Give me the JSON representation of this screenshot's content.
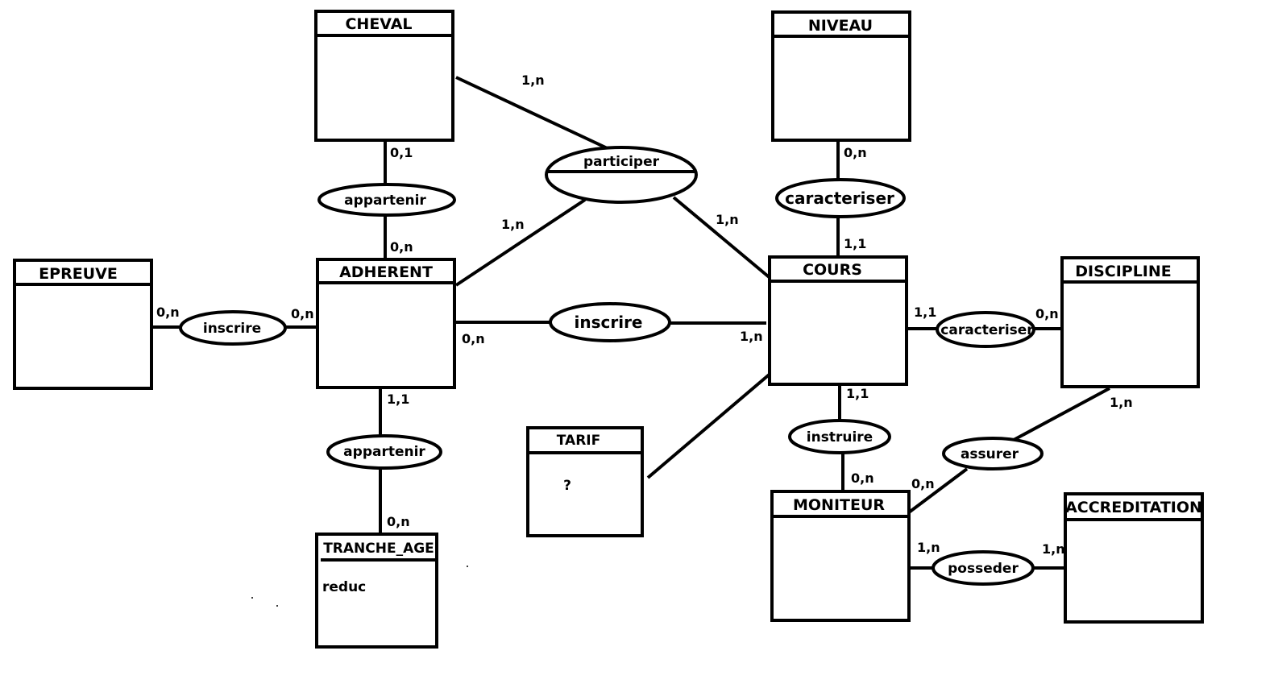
{
  "entities": {
    "cheval": {
      "name": "CHEVAL"
    },
    "niveau": {
      "name": "NIVEAU"
    },
    "epreuve": {
      "name": "EPREUVE"
    },
    "adherent": {
      "name": "ADHERENT"
    },
    "cours": {
      "name": "COURS"
    },
    "discipline": {
      "name": "DISCIPLINE"
    },
    "tarif": {
      "name": "TARIF",
      "attribute": "?"
    },
    "tranche_age": {
      "name": "TRANCHE_AGE",
      "attribute": "reduc"
    },
    "moniteur": {
      "name": "MONITEUR"
    },
    "accreditation": {
      "name": "ACCREDITATION"
    }
  },
  "relations": {
    "participer": "participer",
    "appartenir_cheval": "appartenir",
    "caracteriser_niveau": "caracteriser",
    "inscrire_epreuve": "inscrire",
    "inscrire_cours": "inscrire",
    "caracteriser_discipline": "caracteriser",
    "appartenir_tranche": "appartenir",
    "instruire": "instruire",
    "assurer": "assurer",
    "posseder": "posseder"
  },
  "cardinalities": {
    "cheval_participer": "1,n",
    "adherent_participer": "1,n",
    "cours_participer": "1,n",
    "cheval_appartenir": "0,1",
    "adherent_appartenir": "0,n",
    "niveau_caracteriser": "0,n",
    "cours_caracteriser_niveau": "1,1",
    "epreuve_inscrire": "0,n",
    "adherent_inscrire_epreuve": "0,n",
    "adherent_inscrire_cours": "0,n",
    "cours_inscrire": "1,n",
    "cours_caracteriser_discipline": "1,1",
    "discipline_caracteriser": "0,n",
    "adherent_appartenir_tranche": "1,1",
    "tranche_appartenir": "0,n",
    "cours_instruire": "1,1",
    "moniteur_instruire": "0,n",
    "discipline_assurer": "1,n",
    "moniteur_assurer": "0,n",
    "moniteur_posseder": "1,n",
    "accreditation_posseder": "1,n"
  }
}
